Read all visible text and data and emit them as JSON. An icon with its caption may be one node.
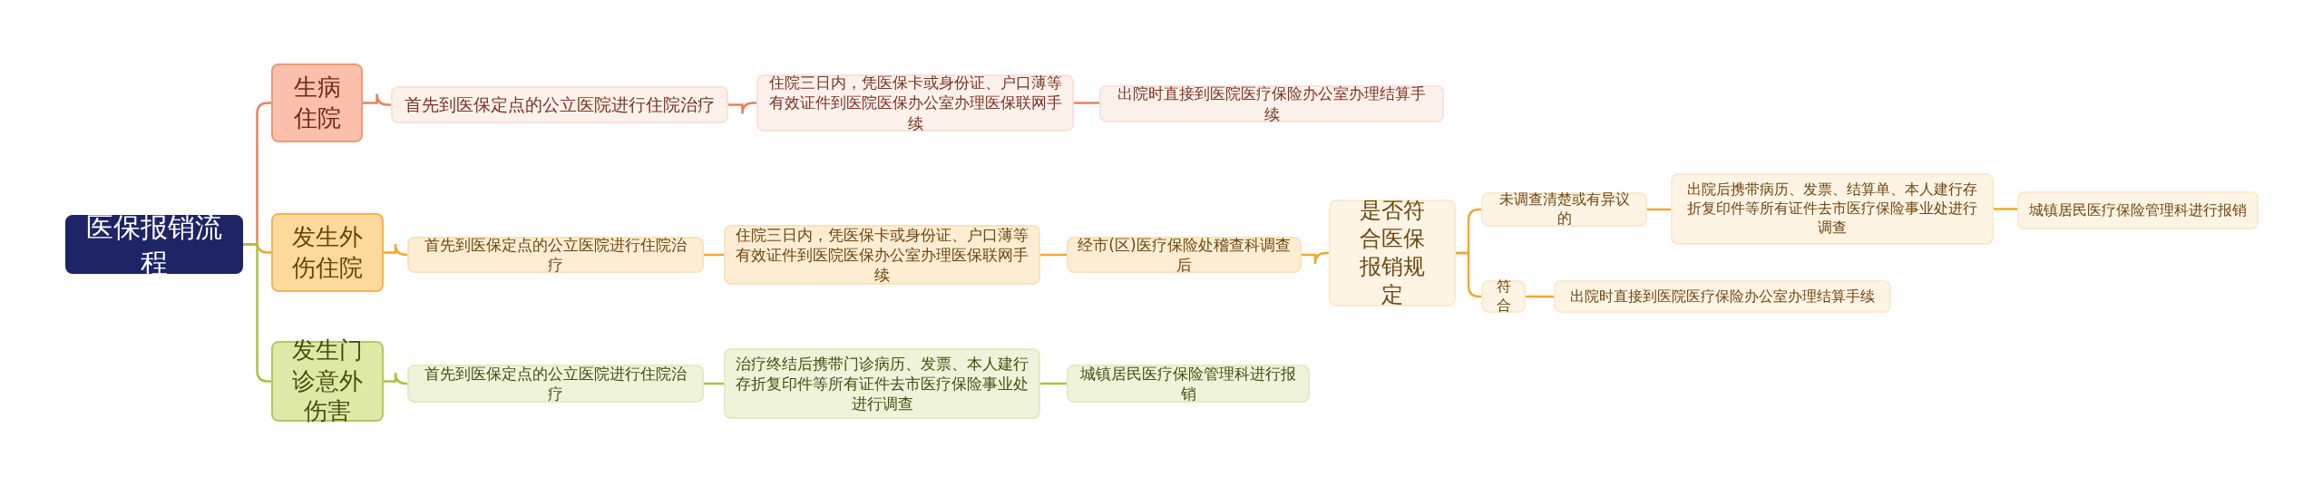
{
  "diagram": {
    "nodes": [
      {
        "text": [
          "医保报销流程"
        ]
      },
      {
        "text": [
          "生病住院"
        ]
      },
      {
        "text": [
          "首先到医保定点的公立医院进行住院治疗"
        ]
      },
      {
        "text": [
          "住院三日内，凭医保卡或身份证、户口薄等有效证件到医院医保办公室办理医保联网手续"
        ]
      },
      {
        "text": [
          "出院时直接到医院医疗保险办公室办理结算手续"
        ]
      },
      {
        "text": [
          "发生外伤住院"
        ]
      },
      {
        "text": [
          "首先到医保定点的公立医院进行住院治疗"
        ]
      },
      {
        "text": [
          "住院三日内，凭医保卡或身份证、户口薄等有效证件到医院医保办公室办理医保联网手续"
        ]
      },
      {
        "text": [
          "经市(区)医疗保险处稽查科调查后"
        ]
      },
      {
        "text": [
          "是否符合医保报销规定"
        ]
      },
      {
        "text": [
          "未调查清楚或有异议的"
        ]
      },
      {
        "text": [
          "出院后携带病历、发票、结算单、本人建行存折复印件等所有证件去市医疗保险事业处进行调查"
        ]
      },
      {
        "text": [
          "城镇居民医疗保险管理科进行报销"
        ]
      },
      {
        "text": [
          "符合"
        ]
      },
      {
        "text": [
          "出院时直接到医院医疗保险办公室办理结算手续"
        ]
      },
      {
        "text": [
          "发生门诊意外伤害"
        ]
      },
      {
        "text": [
          "首先到医保定点的公立医院进行住院治疗"
        ]
      },
      {
        "text": [
          "治疗终结后携带门诊病历、发票、本人建行存折复印件等所有证件去市医疗保险事业处进行调查"
        ]
      },
      {
        "text": [
          "城镇居民医疗保险管理科进行报销"
        ]
      }
    ],
    "edges": [
      {
        "from": 0,
        "to": 1,
        "arrow": "none",
        "color": "#e8825a"
      },
      {
        "from": 1,
        "to": 2,
        "arrow": "none",
        "color": "#e8825a"
      },
      {
        "from": 2,
        "to": 3,
        "arrow": "none",
        "color": "#e8825a"
      },
      {
        "from": 3,
        "to": 4,
        "arrow": "none",
        "color": "#e8825a"
      },
      {
        "from": 0,
        "to": 5,
        "arrow": "none"
      },
      {
        "from": 5,
        "to": 6,
        "arrow": "none"
      },
      {
        "from": 6,
        "to": 7,
        "arrow": "none"
      },
      {
        "from": 7,
        "to": 8,
        "arrow": "none"
      },
      {
        "from": 8,
        "to": 9,
        "arrow": "none"
      },
      {
        "from": 9,
        "to": 10,
        "arrow": "none"
      },
      {
        "from": 10,
        "to": 11,
        "arrow": "none"
      },
      {
        "from": 11,
        "to": 12,
        "arrow": "none"
      },
      {
        "from": 9,
        "to": 13,
        "arrow": "none"
      },
      {
        "from": 13,
        "to": 14,
        "arrow": "none"
      },
      {
        "from": 0,
        "to": 15,
        "arrow": "none",
        "color": "#a9c23f"
      },
      {
        "from": 15,
        "to": 16,
        "arrow": "none",
        "color": "#a9c23f"
      },
      {
        "from": 16,
        "to": 17,
        "arrow": "none",
        "color": "#a9c23f"
      },
      {
        "from": 17,
        "to": 18,
        "arrow": "none",
        "color": "#a9c23f"
      }
    ]
  }
}
